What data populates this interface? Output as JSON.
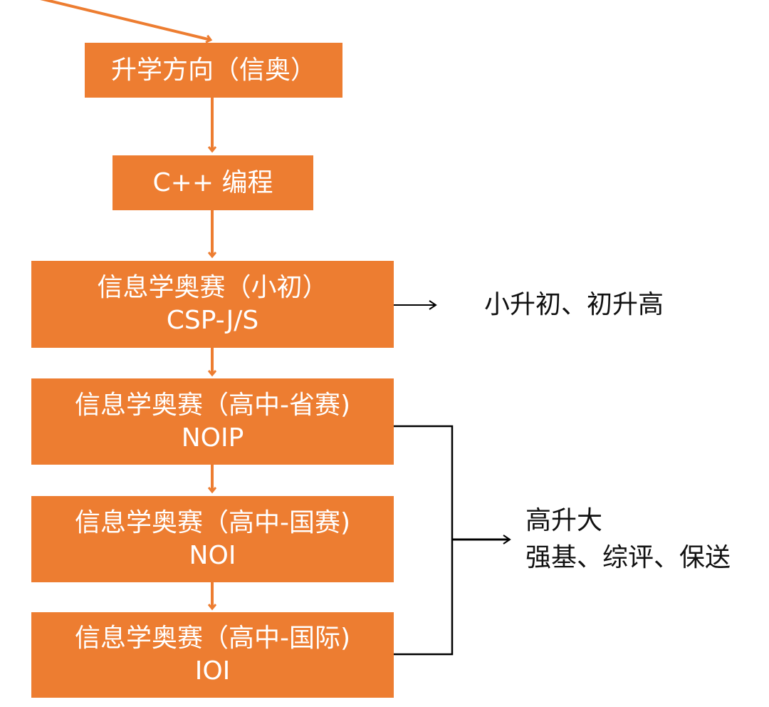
{
  "colors": {
    "box_fill": "#ED7D31",
    "box_text": "#ffffff",
    "orange_arrow": "#ED7D31",
    "black_arrow": "#000000"
  },
  "boxes": [
    {
      "id": "direction",
      "line1": "升学方向（信奥）"
    },
    {
      "id": "cpp",
      "line1": "C++ 编程"
    },
    {
      "id": "csp",
      "line1": "信息学奥赛（小初）",
      "line2": "CSP-J/S"
    },
    {
      "id": "noip",
      "line1": "信息学奥赛（高中-省赛)",
      "line2": "NOIP"
    },
    {
      "id": "noi",
      "line1": "信息学奥赛（高中-国赛)",
      "line2": "NOI"
    },
    {
      "id": "ioi",
      "line1": "信息学奥赛（高中-国际)",
      "line2": "IOI"
    }
  ],
  "notes": {
    "csp_result": "小升初、初升高",
    "high_result_line1": "高升大",
    "high_result_line2": "强基、综评、保送"
  }
}
